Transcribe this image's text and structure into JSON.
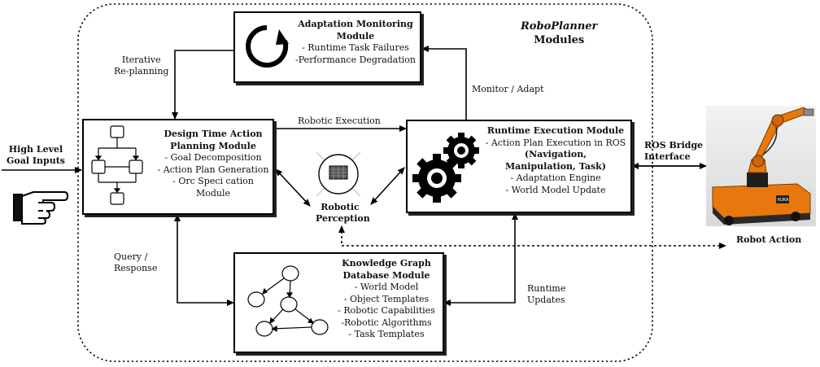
{
  "frame": {
    "title_italic": "RoboPlanner",
    "title_rest": "Modules"
  },
  "inputs": {
    "high_level_line1": "High Level",
    "high_level_line2": "Goal Inputs",
    "hand_icon": "pointing-hand-icon"
  },
  "adaptation_module": {
    "title_line1": "Adaptation Monitoring",
    "title_line2": "Module",
    "items": [
      "- Runtime Task Failures",
      "-Performance Degradation"
    ],
    "icon": "circular-arrow-icon"
  },
  "design_module": {
    "title_line1": "Design Time Action",
    "title_line2": "Planning Module",
    "items": [
      "- Goal Decomposition",
      "- Action Plan Generation",
      "- Orc Speci cation",
      "Module"
    ],
    "icon": "flowchart-icon"
  },
  "runtime_module": {
    "title": "Runtime Execution Module",
    "line1": "- Action Plan Execution in ROS",
    "bold_line1": "(Navigation,",
    "bold_line2": "Manipulation, Task)",
    "line2": "- Adaptation Engine",
    "line3": "- World Model Update",
    "icon": "gears-icon"
  },
  "knowledge_module": {
    "title_line1": "Knowledge Graph",
    "title_line2": "Database Module",
    "items": [
      "- World Model",
      "- Object Templates",
      "- Robotic Capabilities",
      "-Robotic Algorithms",
      "- Task Templates"
    ],
    "icon": "graph-icon"
  },
  "perception": {
    "line1": "Robotic",
    "line2": "Perception",
    "icon": "camera-sensor-icon"
  },
  "edges": {
    "iterative_line1": "Iterative",
    "iterative_line2": "Re-planning",
    "robotic_execution": "Robotic Execution",
    "monitor_adapt": "Monitor / Adapt",
    "query_line1": "Query /",
    "query_line2": "Response",
    "runtime_updates_line1": "Runtime",
    "runtime_updates_line2": "Updates",
    "ros_bridge_line1": "ROS Bridge",
    "ros_bridge_line2": "Interface",
    "robot_action": "Robot Action"
  },
  "robot": {
    "icon": "industrial-robot-image"
  }
}
